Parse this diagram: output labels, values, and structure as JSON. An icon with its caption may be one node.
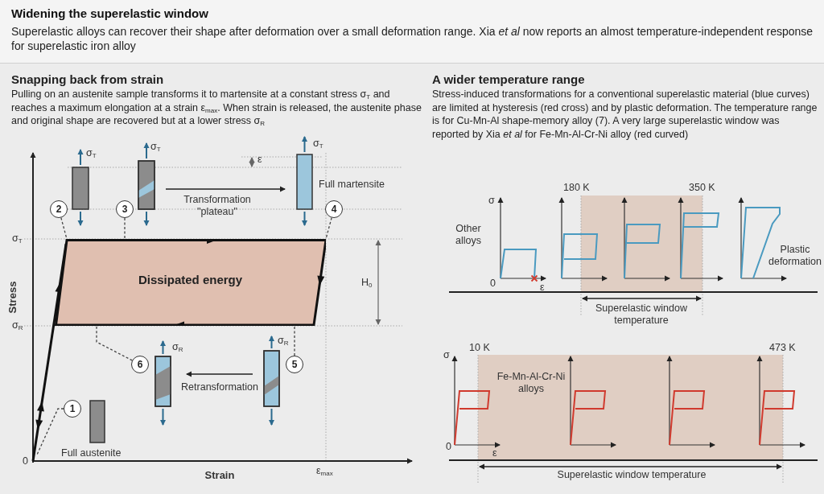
{
  "diagram": {
    "title": "Widening the superelastic window",
    "nodes": [
      {
        "text": [
          "Dissipated energy"
        ]
      },
      {
        "text": [
          "2"
        ]
      },
      {
        "text": [
          "3"
        ]
      },
      {
        "text": [
          "4"
        ]
      },
      {
        "text": [
          "6"
        ]
      },
      {
        "text": [
          "5"
        ]
      },
      {
        "text": [
          "1"
        ]
      }
    ],
    "edges": [
      {
        "from": 1,
        "to": 0,
        "arrow": "none",
        "style": "dashed"
      },
      {
        "from": 2,
        "to": 0,
        "arrow": "none",
        "style": "dashed"
      },
      {
        "from": 3,
        "to": 0,
        "arrow": "none",
        "style": "dashed"
      },
      {
        "from": 4,
        "to": 0,
        "arrow": "none",
        "style": "dashed"
      },
      {
        "from": 5,
        "to": 0,
        "arrow": "none",
        "style": "dashed"
      },
      {
        "from": 6,
        "to": null,
        "arrow": "none",
        "style": "dashed"
      }
    ],
    "labels": [
      "Superelastic alloys can recover their shape after deformation over a small deformation range. Xia *et al* now reports an almost temperature-independent response for superelastic iron alloy",
      "Snapping back from strain",
      "A wider temperature range",
      "Pulling on an austenite sample transforms it to martensite at a constant stress σ$_{T}$ and reaches a maximum elongation at a strain ε$_{max}$. When strain is released, the austenite phase and original shape are recovered but at a lower stress σ$_{R}$",
      "Stress-induced transformations for a conventional superelastic material (blue curves) are limited at hysteresis (red cross) and by plastic deformation. The temperature range is for Cu-Mn-Al shape-memory alloy (7). A very large superelastic window was reported by Xia *et al* for Fe-Mn-Al-Cr-Ni alloy (red curved)",
      "σ$_{T}$",
      "σ$_{T}$",
      "σ$_{T}$",
      "ε",
      "Full martensite",
      "Transformation \"plateau\"",
      "σ$_{T}$",
      "H$_{0}$",
      "Stress",
      "σ$_{R}$",
      "σ$_{R}$",
      "σ$_{R}$",
      "Retransformation",
      "Full austenite",
      "0",
      "Strain",
      "ε$_{max}$",
      "180 K",
      "350 K",
      "σ",
      "Other alloys",
      "0",
      "ε",
      "Plastic deformation",
      "Superelastic window temperature",
      "σ",
      "10 K",
      "473 K",
      "Fe-Mn-Al-Cr-Ni alloys",
      "0",
      "ε",
      "Superelastic window temperature"
    ]
  }
}
